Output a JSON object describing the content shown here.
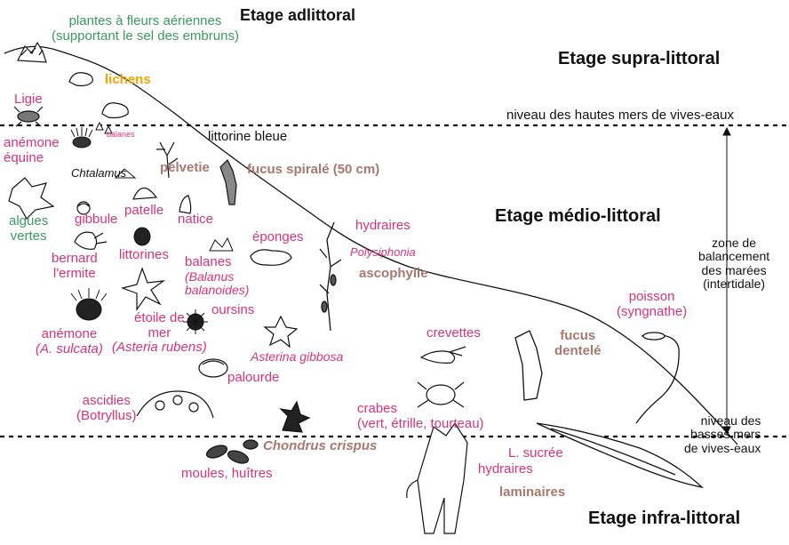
{
  "zones": {
    "adlittoral": "Etage adlittoral",
    "supra": "Etage supra-littoral",
    "medio": "Etage médio-littoral",
    "infra": "Etage infra-littoral"
  },
  "levels": {
    "high_water": "niveau des hautes mers de vives-eaux",
    "tidal_range": [
      "zone de",
      "balancement",
      "des marées",
      "(intertidale)"
    ],
    "low_water": [
      "niveau des",
      "basses mers",
      "de vives-eaux"
    ]
  },
  "labels": {
    "plantes": [
      "plantes à fleurs aériennes",
      "(supportant le sel des embruns)"
    ],
    "lichens": "lichens",
    "ligie": "Ligie",
    "balanes_small": "balanes",
    "littorine_bleue": "littorine bleue",
    "anemone_equine": [
      "anémone",
      "équine"
    ],
    "chtalamus": "Chtalamus",
    "pelvetie": "pelvetie",
    "fucus_spirale": "fucus spiralé (50 cm)",
    "algues_vertes": [
      "algues",
      "vertes"
    ],
    "gibbule": "gibbule",
    "patelle": "patelle",
    "natice": "natice",
    "hydraires1": "hydraires",
    "polysiphonia": "Polysiphonia",
    "ascophylle": "ascophylle",
    "bernard": [
      "bernard",
      "l'ermite"
    ],
    "littorines": "littorines",
    "eponges": "éponges",
    "balanes": [
      "balanes",
      "(Balanus",
      "balanoides)"
    ],
    "etoile": [
      "étoile de",
      "mer",
      "(Asteria rubens)"
    ],
    "oursins": "oursins",
    "anemone_sulcata": [
      "anémone",
      "(A. sulcata)"
    ],
    "asterina": "Asterina gibbosa",
    "palourde": "palourde",
    "ascidies": [
      "ascidies",
      "(Botryllus)"
    ],
    "crevettes": "crevettes",
    "poisson": [
      "poisson",
      "(syngnathe)"
    ],
    "fucus_dentele": [
      "fucus",
      "dentelé"
    ],
    "crabes": [
      "crabes",
      "(vert, étrille, tourteau)"
    ],
    "chondrus": "Chondrus crispus",
    "moules": "moules, huîtres",
    "l_sucree": "L. sucrée",
    "hydraires2": "hydraires",
    "laminaires": "laminaires"
  },
  "colors": {
    "green": "#3a9a5c",
    "pink": "#d9317a",
    "brown": "#a8776e",
    "orange": "#f0a400",
    "black": "#111111"
  }
}
